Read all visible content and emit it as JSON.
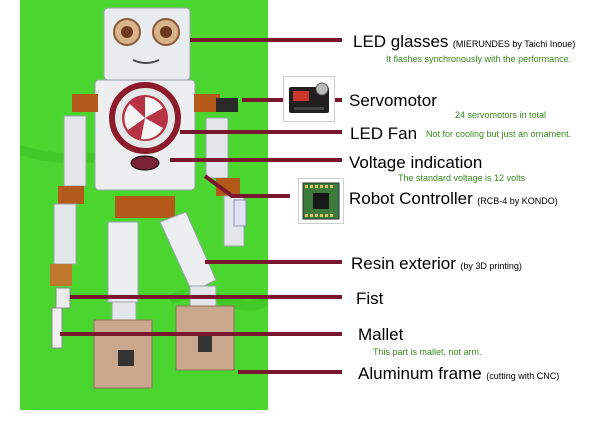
{
  "colors": {
    "background": "#4ad62f",
    "leader_line": "#7a1630",
    "note_text": "#3a8a1e"
  },
  "labels": {
    "led_glasses": {
      "title": "LED glasses",
      "detail": "(MIERUNDES by Taichi Inoue)",
      "note": "It flashes synchronously with the performance."
    },
    "servomotor": {
      "title": "Servomotor",
      "note": "24 servomotors in total"
    },
    "led_fan": {
      "title": "LED Fan",
      "note": "Not for cooling but just an ornament."
    },
    "voltage": {
      "title": "Voltage indication",
      "note": "The standard voltage is 12 volts"
    },
    "controller": {
      "title": "Robot Controller",
      "detail": "(RCB-4 by KONDO)"
    },
    "resin": {
      "title": "Resin exterior",
      "detail": "(by 3D printing)"
    },
    "fist": {
      "title": "Fist"
    },
    "mallet": {
      "title": "Mallet",
      "note": "This part is mallet, not arm."
    },
    "aluminum": {
      "title": "Aluminum frame",
      "detail": "(cutting with CNC)"
    }
  },
  "icons": {
    "servomotor_thumbnail": "servomotor-photo",
    "controller_thumbnail": "circuit-board-photo",
    "robot_photo": "robot-photo"
  }
}
